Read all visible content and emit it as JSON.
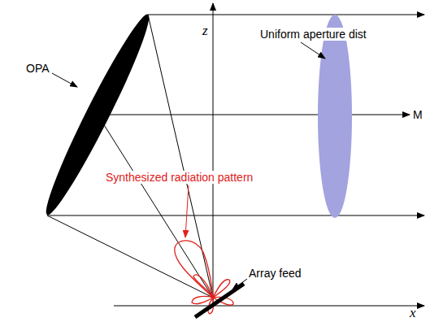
{
  "diagram": {
    "labels": [
      "z",
      "OPA",
      "Uniform aperture dist",
      "M",
      "Synthesized radiation pattern",
      "Array feed",
      "x"
    ]
  }
}
